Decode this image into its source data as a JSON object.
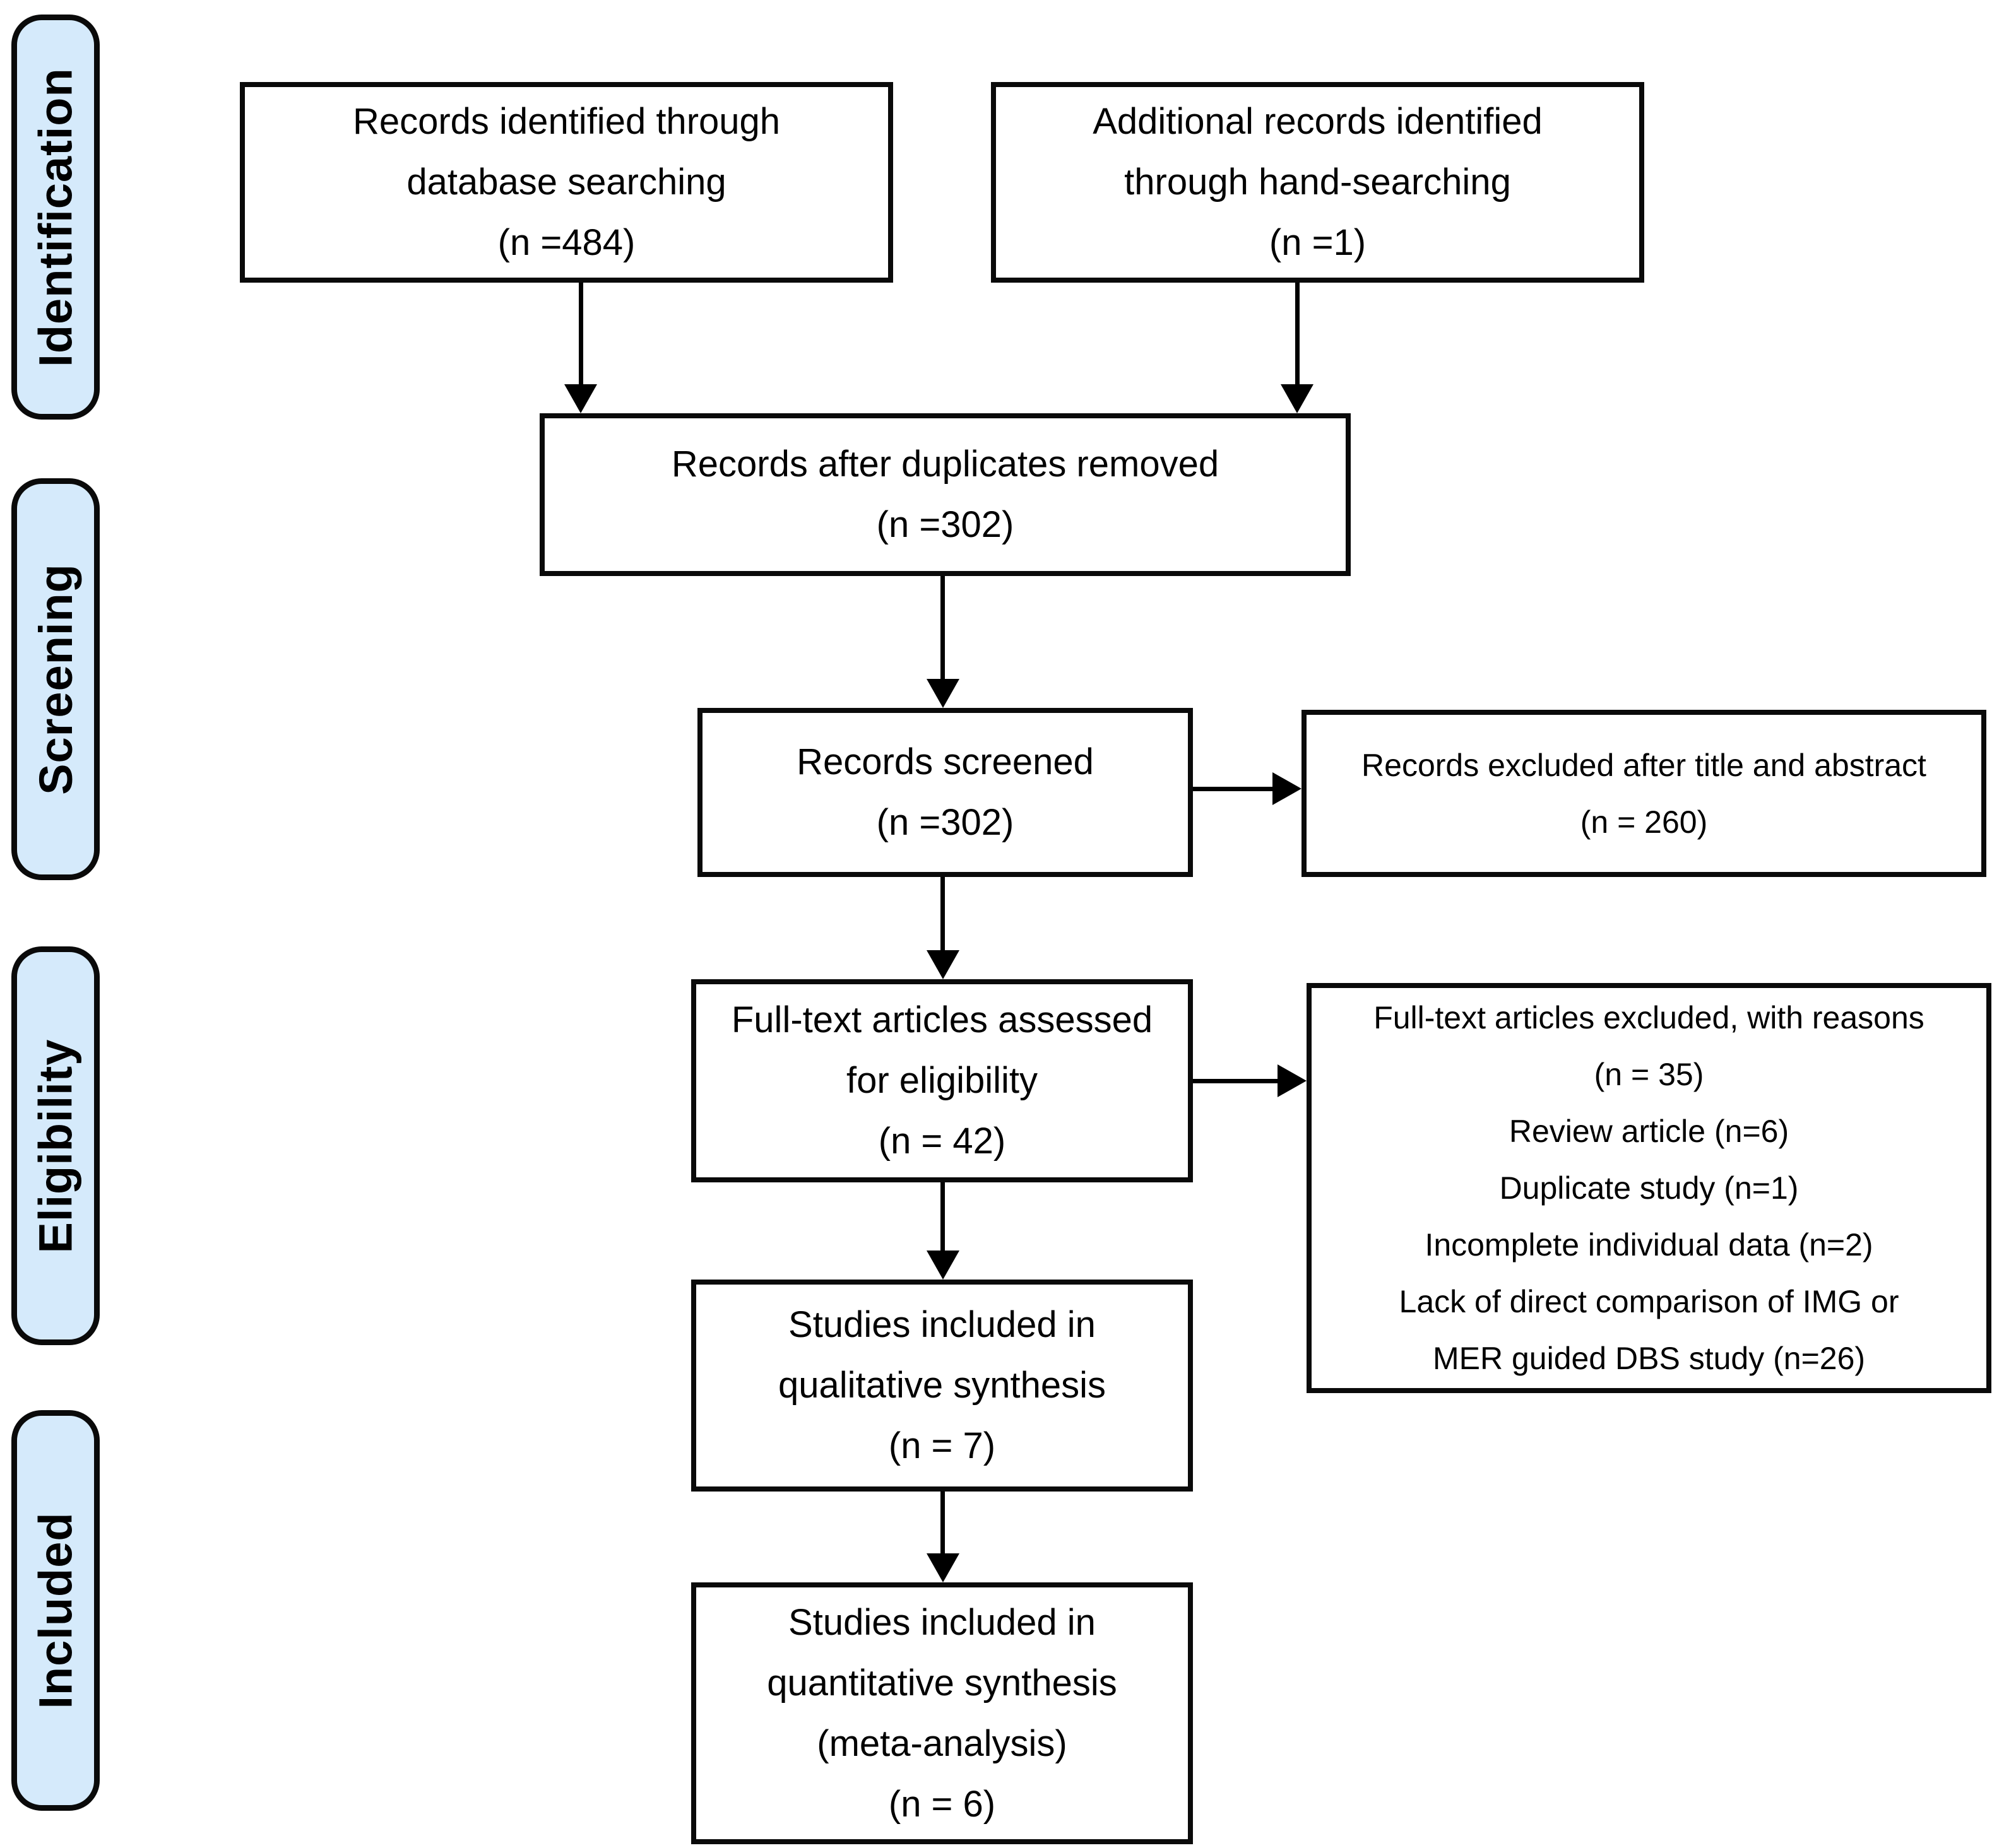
{
  "colors": {
    "background": "#ffffff",
    "node_fill": "#ffffff",
    "stage_fill": "#d5eafb",
    "border": "#0a0a0a",
    "text": "#000000"
  },
  "sidebar": {
    "stages": [
      {
        "label": "Identification"
      },
      {
        "label": "Screening"
      },
      {
        "label": "Eligibility"
      },
      {
        "label": "Included"
      }
    ]
  },
  "boxes": {
    "database_records": {
      "lines": [
        "Records identified through",
        "database searching",
        "(n =484)"
      ]
    },
    "hand_search_records": {
      "lines": [
        "Additional records identified",
        "through hand-searching",
        "(n =1)"
      ]
    },
    "after_duplicates": {
      "lines": [
        "Records after duplicates removed",
        "(n =302)"
      ]
    },
    "records_screened": {
      "lines": [
        "Records screened",
        "(n =302)"
      ]
    },
    "records_excluded": {
      "lines": [
        "Records excluded after title and abstract",
        "(n = 260)"
      ]
    },
    "fulltext_assessed": {
      "lines": [
        "Full-text articles assessed",
        "for eligibility",
        "(n = 42)"
      ]
    },
    "fulltext_excluded": {
      "lines": [
        "Full-text articles excluded, with reasons",
        "(n = 35)",
        "Review article (n=6)",
        "Duplicate study (n=1)",
        "Incomplete individual data (n=2)",
        "Lack of direct comparison of IMG or",
        "MER guided DBS study (n=26)"
      ]
    },
    "qualitative_synthesis": {
      "lines": [
        "Studies included in",
        "qualitative synthesis",
        "(n = 7)"
      ]
    },
    "quantitative_synthesis": {
      "lines": [
        "Studies included in",
        "quantitative synthesis",
        "(meta-analysis)",
        "(n = 6)"
      ]
    }
  }
}
